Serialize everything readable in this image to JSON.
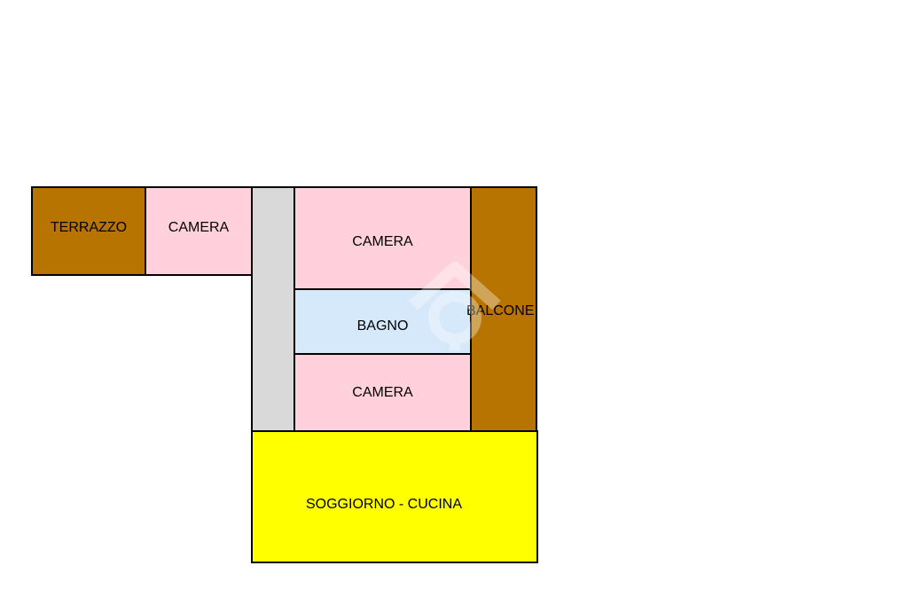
{
  "colors": {
    "terrazzo": "#b87400",
    "balcone": "#b87400",
    "camera": "#ffd1dc",
    "bagno": "#d5e9fb",
    "corridoio": "#d9d9d9",
    "soggiorno": "#ffff00"
  },
  "rooms": {
    "terrazzo": "TERRAZZO",
    "camera_1": "CAMERA",
    "camera_2": "CAMERA",
    "bagno": "BAGNO",
    "camera_3": "CAMERA",
    "balcone": "BALCONE",
    "soggiorno": "SOGGIORNO - CUCINA"
  },
  "watermark": {
    "icon": "house-logo-icon"
  }
}
